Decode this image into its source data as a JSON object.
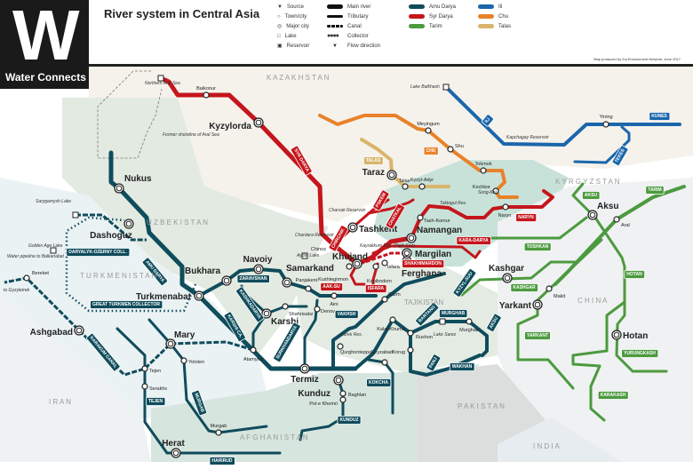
{
  "title": "River system in Central Asia",
  "logo": {
    "letter": "W",
    "text": "Water Connects"
  },
  "credit": "Map produced by Zoi Environment Network, June 2017",
  "legend": {
    "symbols": [
      "Source",
      "Town/city",
      "Major city",
      "Lake",
      "Reservoir"
    ],
    "lines": [
      "Main river",
      "Tributary",
      "Canal",
      "Collector",
      "Flow direction"
    ],
    "rivers": [
      {
        "name": "Amu Darya",
        "color": "#0f4c5c"
      },
      {
        "name": "Syr Darya",
        "color": "#c4161c"
      },
      {
        "name": "Tarim",
        "color": "#4c9a3f"
      },
      {
        "name": "Ili",
        "color": "#1b66ab"
      },
      {
        "name": "Chu",
        "color": "#e8822a"
      },
      {
        "name": "Talas",
        "color": "#d9b56b"
      }
    ]
  },
  "countries": [
    "K A Z A K H S T A N",
    "U Z B E K I S T A N",
    "T U R K M E N I S T A N",
    "K Y R G Y Z S T A N",
    "TAJIKISTAN",
    "C H I N A",
    "A F G H A N I S T A N",
    "P A K I S T A N",
    "I R A N",
    "I N D I A"
  ],
  "major_cities": [
    "Kyzylorda",
    "Nukus",
    "Dashoguz",
    "Tashkent",
    "Taraz",
    "Khujand",
    "Namangan",
    "Margilan",
    "Ferghana",
    "Bukhara",
    "Navoiy",
    "Samarkand",
    "Turkmenabat",
    "Karshi",
    "Ashgabad",
    "Mary",
    "Termiz",
    "Kunduz",
    "Herat",
    "Aksu",
    "Kashgar",
    "Yarkant",
    "Hotan"
  ],
  "towns": [
    "Baikonur",
    "Meyingum",
    "Shu",
    "Tokmok",
    "Kochkor",
    "Naryn",
    "Yining",
    "Aral",
    "Makit",
    "Talas",
    "Kyzyl-Adyr",
    "Tash-Komur",
    "Chinoz",
    "Kushtegirmon",
    "Isfara",
    "Konibodom",
    "Panjakent",
    "Aini",
    "Garm",
    "Shahrisabz",
    "Denov",
    "Qurghonteppa",
    "Kalai-Khumb",
    "Rushon",
    "Korug",
    "Murghab",
    "Feyzabad",
    "Baghlan",
    "Pol-e Khomri",
    "Yoloten",
    "Atamyrat",
    "Tejen",
    "Serakhs",
    "Murgab",
    "Bereket"
  ],
  "water_labels": [
    "Northern Aral Sea",
    "Former shoreline of Aral Sea",
    "Lake Balkhash",
    "Kapchagay Reservoir",
    "Toktogul Res.",
    "Song-Kol",
    "Charvak Reservoir",
    "Chardara Reservoir",
    "Aydar Lake",
    "Kayrakkum Res. (Tajik Sea)",
    "Nurek Res.",
    "Lake Sarez",
    "Sarygamysh Lake",
    "Golden Age Lake",
    "Water pipeline to Balkanabat",
    "to Gyzyletrek"
  ],
  "river_badges": [
    "SYR DARYA",
    "CHIRCHIK",
    "PSKEM",
    "CHATKAL",
    "NARYN",
    "KARA-DARYA",
    "SHAKHIMARDON",
    "ISFARA",
    "AAK-SU",
    "KYZYL-SUU",
    "VAKHSH",
    "BARTANG",
    "MURGHAB",
    "AKSU",
    "PANJ",
    "WAKHAN",
    "KOKCHA",
    "KUNDUZ",
    "ZARAVSHAN",
    "KASHKADARYA",
    "KARSHI CA.",
    "SURKHANDARYA",
    "AMU DARYA",
    "KARAKUM CANAL",
    "DARYALYK-OZERNY COLL.",
    "GREAT TURKMEN COLLECTOR",
    "TEJEN",
    "MURGAB",
    "HARIRUD",
    "ILI",
    "CHU",
    "TALAS",
    "KUNES",
    "TEKES",
    "AKSU",
    "TARIM",
    "TOSHKAN",
    "HOTAN",
    "KASHGAR",
    "YARKANT",
    "YURUNGKASH",
    "KARAKASH"
  ]
}
